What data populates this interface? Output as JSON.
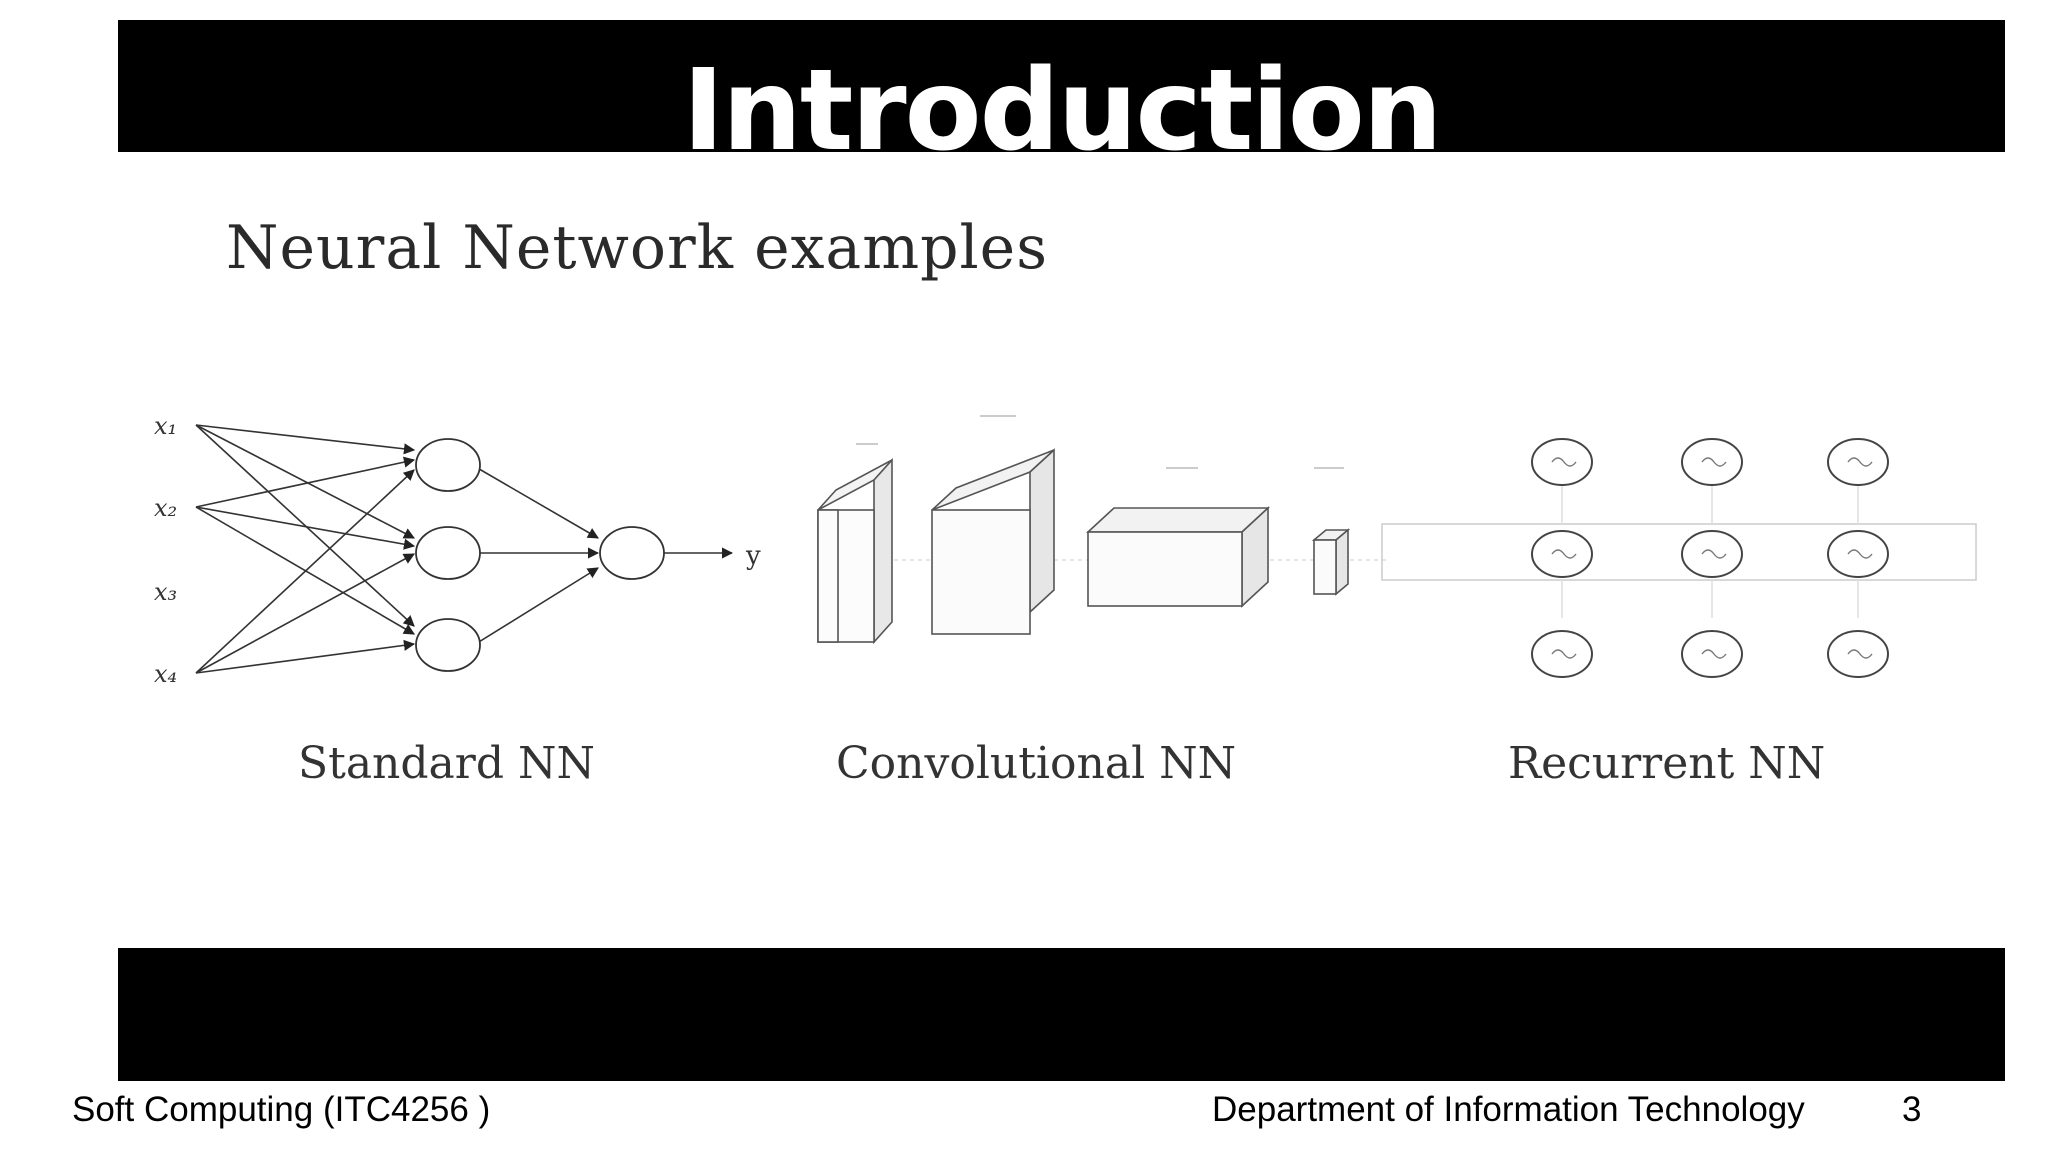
{
  "slide": {
    "title": "Introduction",
    "page_number": "3"
  },
  "figure": {
    "heading": "Neural Network examples",
    "captions": {
      "standard": "Standard NN",
      "convolutional": "Convolutional NN",
      "recurrent": "Recurrent NN"
    },
    "standard_nn": {
      "inputs": [
        "x₁",
        "x₂",
        "x₃",
        "x₄"
      ],
      "output": "y"
    }
  },
  "footer": {
    "course": "Soft Computing (ITC4256 )",
    "department": "Department of Information Technology"
  }
}
